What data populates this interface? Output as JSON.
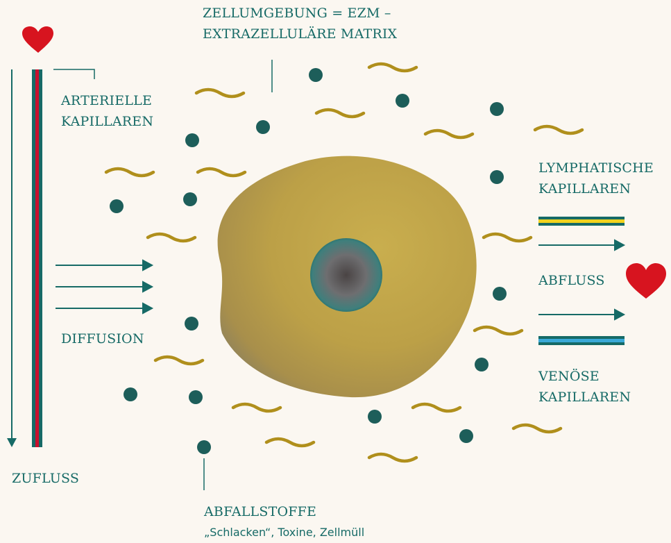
{
  "labels": {
    "ezm_line1": "ZELLUMGEBUNG = EZM –",
    "ezm_line2": "EXTRAZELLULÄRE MATRIX",
    "arterial_line1": "ARTERIELLE",
    "arterial_line2": "KAPILLAREN",
    "lymph_line1": "LYMPHATISCHE",
    "lymph_line2": "KAPILLAREN",
    "abfluss": "ABFLUSS",
    "diffusion": "DIFFUSION",
    "venous_line1": "VENÖSE",
    "venous_line2": "KAPILLAREN",
    "zufluss": "ZUFLUSS",
    "waste_title": "ABFALLSTOFFE",
    "waste_sub": "„Schlacken“, Toxine, Zellmüll"
  },
  "colors": {
    "teal": "#166a66",
    "red": "#c8102e",
    "heart": "#d7141f",
    "gold": "#b08f1c",
    "yellow": "#f0d21e",
    "blue": "#3aa9d8",
    "dot": "#1d5e5a",
    "cell": "#c8ae4d"
  },
  "icons": {
    "top_left": "heart-icon",
    "right": "heart-icon"
  }
}
